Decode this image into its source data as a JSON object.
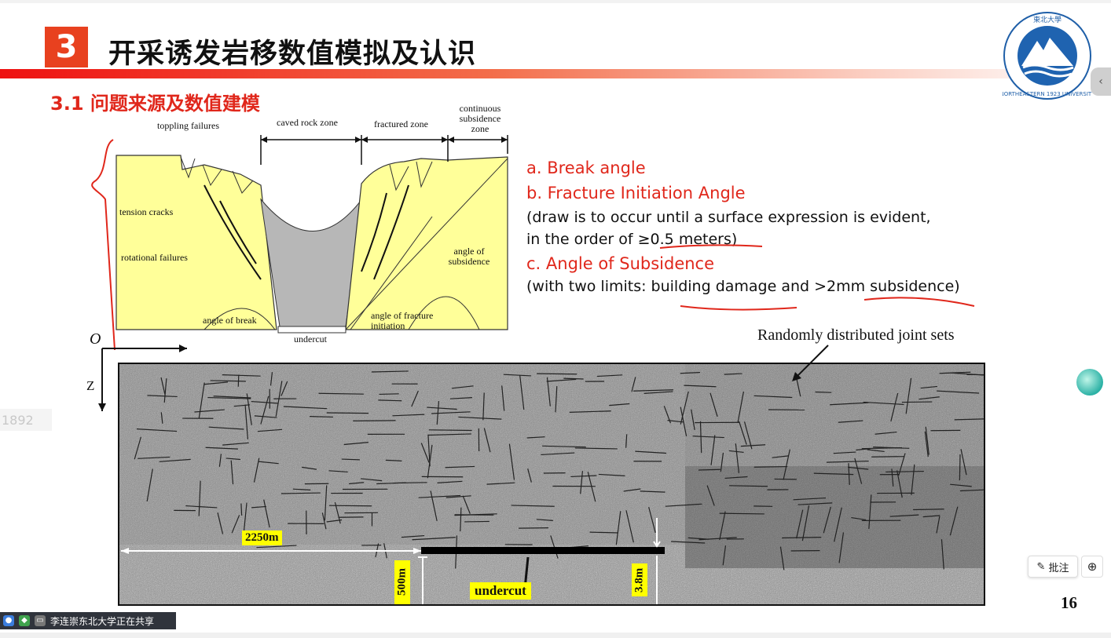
{
  "slide": {
    "section_number": "3",
    "title": "开采诱发岩移数值模拟及认识",
    "subtitle": "3.1 问题来源及数值建模",
    "page_number": "16",
    "logo_text": "NORTHEASTERN 1923 UNIVERSITY",
    "logo_chinese": "東北大學"
  },
  "diagram": {
    "labels": {
      "toppling": "toppling failures",
      "caved": "caved rock zone",
      "fractured": "fractured zone",
      "continuous": "continuous subsidence zone",
      "tension": "tension cracks",
      "rotational": "rotational failures",
      "angle_break": "angle of break",
      "undercut": "undercut",
      "angle_fracture": "angle of fracture initiation",
      "angle_subsidence": "angle of subsidence",
      "origin": "O"
    }
  },
  "text": {
    "a": "a. Break angle",
    "b": "b. Fracture Initiation Angle",
    "b_note1": "(draw is to occur until a surface expression is evident,",
    "b_note2": " in the order of ≥0.5 meters)",
    "c": "c. Angle of Subsidence",
    "c_note": "(with two limits: building damage and >2mm subsidence)"
  },
  "simulation": {
    "joint_label": "Randomly distributed joint sets",
    "axis_z": "Z",
    "dim_width": "2250m",
    "dim_depth": "500m",
    "undercut_label": "undercut",
    "undercut_height": "3.8m"
  },
  "ui": {
    "year_tag": "1892",
    "annotate_label": "批注",
    "zoom_icon": "⊕",
    "share_text": "李连崇东北大学正在共享",
    "side_tab_icon": "‹"
  },
  "colors": {
    "accent_red": "#e0271b",
    "number_box": "#e8411f",
    "diagram_yellow": "#ffff99",
    "caved_gray": "#b7b7b7"
  }
}
